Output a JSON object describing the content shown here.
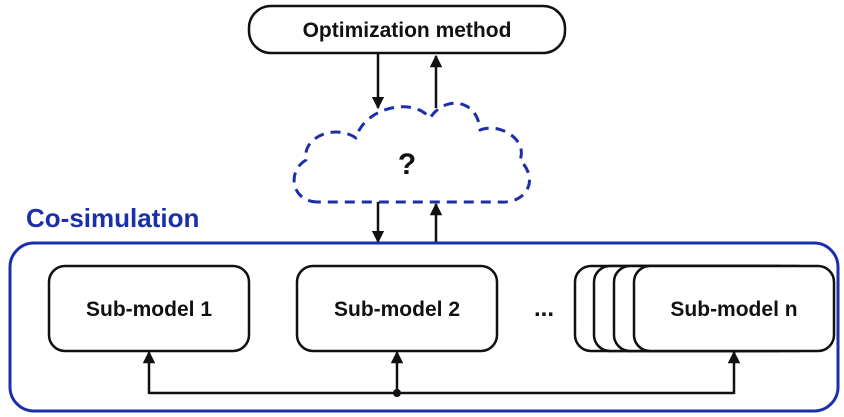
{
  "colors": {
    "cosim_blue": "#1b2faa",
    "stroke": "#111111",
    "fill": "#ffffff"
  },
  "optimization": {
    "label": "Optimization method"
  },
  "cloud": {
    "label": "?"
  },
  "cosimulation": {
    "label": "Co-simulation"
  },
  "submodels": [
    {
      "label": "Sub-model 1"
    },
    {
      "label": "Sub-model 2"
    },
    {
      "label": "Sub-model n"
    }
  ],
  "ellipsis": "..."
}
